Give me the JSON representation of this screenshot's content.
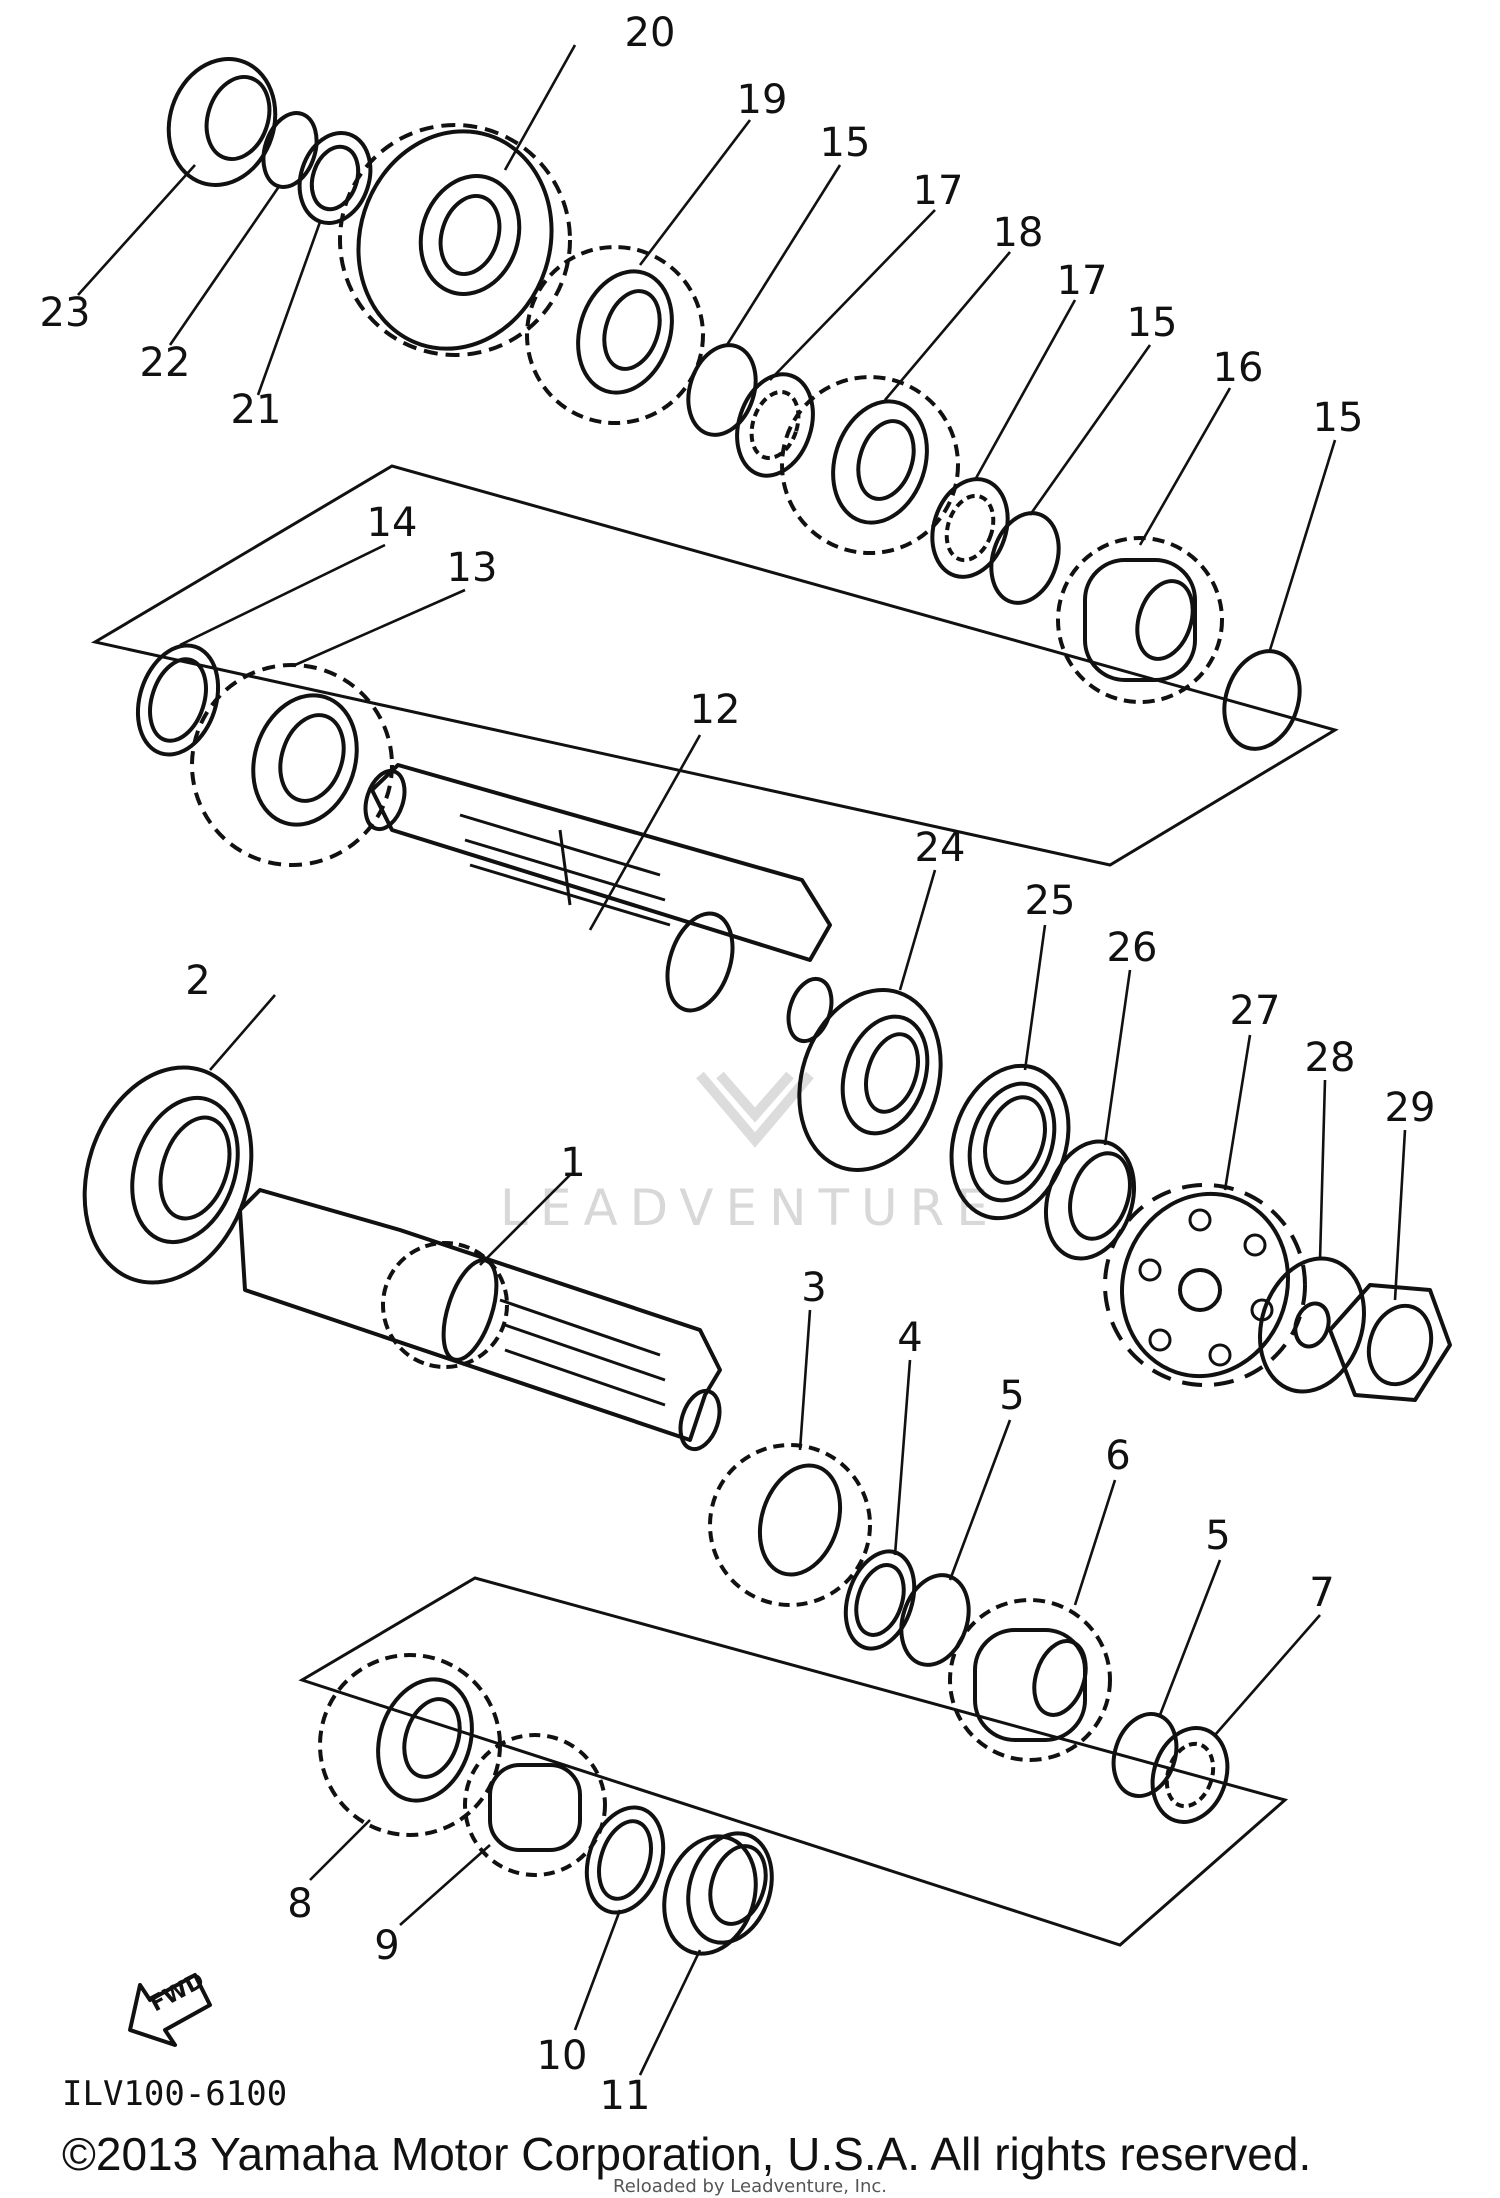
{
  "diagram": {
    "drawing_code": "ILV100-6100",
    "copyright": "©2013 Yamaha Motor Corporation, U.S.A. All rights reserved.",
    "credit": "Reloaded by Leadventure, Inc.",
    "watermark": "LEADVENTURE",
    "direction_arrow_label": "FWD",
    "labels": [
      "1",
      "2",
      "3",
      "4",
      "5",
      "5",
      "6",
      "7",
      "8",
      "9",
      "10",
      "11",
      "12",
      "13",
      "14",
      "15",
      "15",
      "15",
      "16",
      "17",
      "17",
      "18",
      "19",
      "20",
      "21",
      "22",
      "23",
      "24",
      "25",
      "26",
      "27",
      "28",
      "29"
    ]
  }
}
